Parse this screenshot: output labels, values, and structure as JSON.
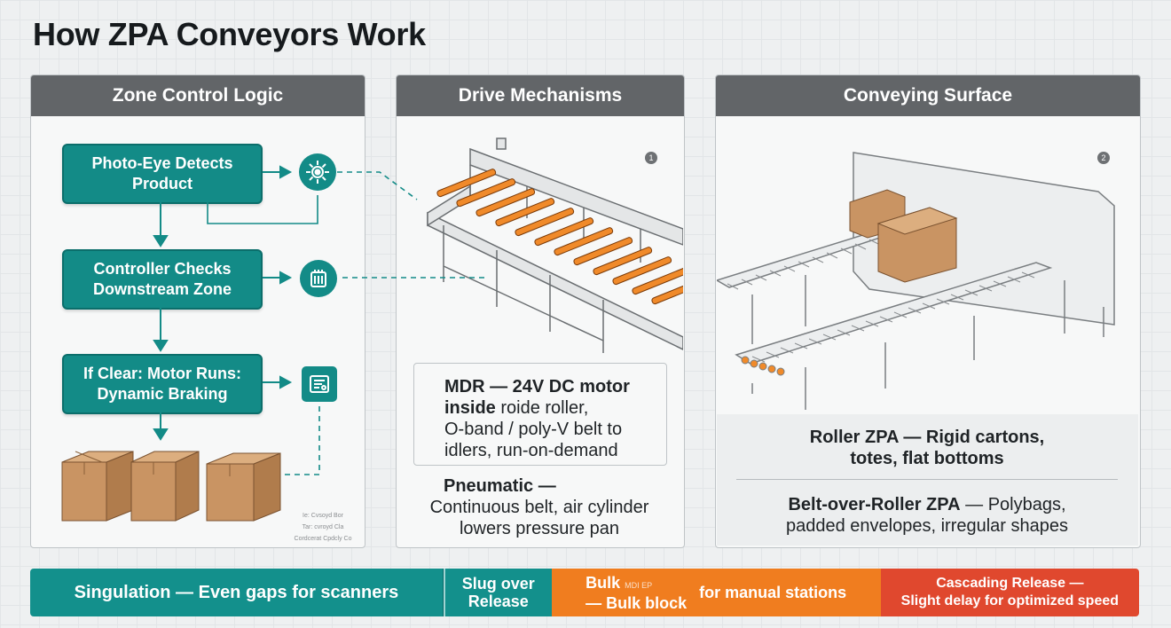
{
  "title": "How ZPA Conveyors Work",
  "panels": {
    "zone_control": {
      "header": "Zone Control Logic",
      "steps": [
        {
          "line1": "Photo-Eye Detects",
          "line2": "Product"
        },
        {
          "line1": "Controller Checks",
          "line2": "Downstream Zone"
        },
        {
          "line1": "If Clear: Motor Runs:",
          "line2": "Dynamic Braking"
        }
      ],
      "fine_print": [
        "Ie: Cvsoyd Bor",
        "Tar: cvroyd Cla",
        "Cordcerat Cpdcly Co"
      ],
      "icons": [
        "gear-sensor-icon",
        "controller-icon",
        "motor-panel-icon"
      ]
    },
    "drive": {
      "header": "Drive Mechanisms",
      "badge": "1",
      "mdr_bold": "MDR — 24V DC motor",
      "mdr_bold2": "inside",
      "mdr_rest2": " roide roller,",
      "mdr_line3": "O-band / poly-V belt to",
      "mdr_line4": "idlers, run-on-demand",
      "pneumatic_title": "Pneumatic —",
      "pneumatic_line1": "Continuous belt, air cylinder",
      "pneumatic_line2": "lowers pressure pan"
    },
    "surface": {
      "header": "Conveying Surface",
      "badge": "2",
      "roller_bold": "Roller ZPA — Rigid cartons,",
      "roller_line2": "totes, flat bottoms",
      "belt_bold": "Belt-over-Roller ZPA",
      "belt_rest": " — Polybags,",
      "belt_line2": "padded envelopes, irregular shapes"
    }
  },
  "footer": {
    "singulation": "Singulation — Even gaps for scanners",
    "slug_line1": "Slug over",
    "slug_line2": "Release",
    "bulk_line1": "Bulk",
    "bulk_faint": "MDI EP",
    "bulk_line2": "— Bulk block",
    "bulk_rest": "for manual stations",
    "cascade_line1": "Cascading Release —",
    "cascade_line2": "Slight delay for optimized speed",
    "colors": {
      "teal": "#13908c",
      "orange": "#f07d1f",
      "red": "#e0482e"
    }
  }
}
